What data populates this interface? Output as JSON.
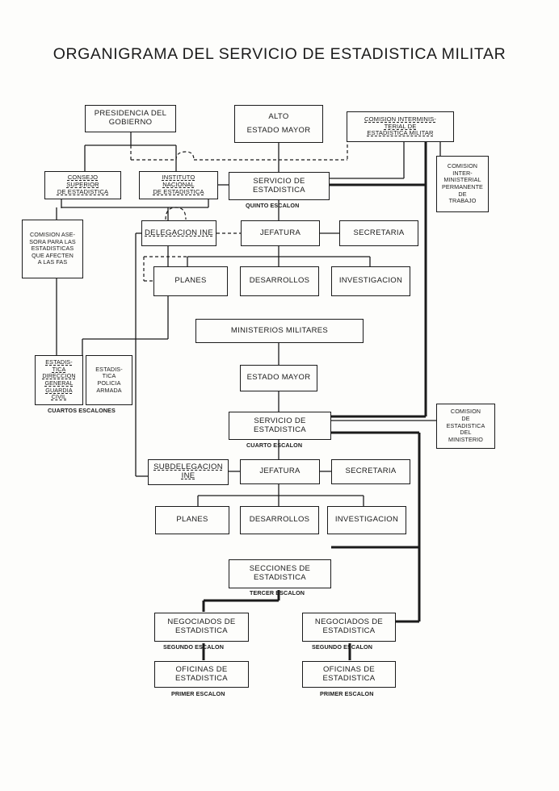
{
  "title": "ORGANIGRAMA DEL SERVICIO DE ESTADISTICA MILITAR",
  "boxes": {
    "presidencia": [
      "PRESIDENCIA DEL",
      "GOBIERNO"
    ],
    "alto_estado_mayor": [
      "ALTO",
      "ESTADO MAYOR"
    ],
    "comision_interministerial": [
      "COMISION INTERMINIS-",
      "TERIAL DE",
      "ESTADISTICA MILITAR"
    ],
    "comision_permanente": [
      "COMISION",
      "INTER-",
      "MINISTERIAL",
      "PERMANENTE",
      "DE",
      "TRABAJO"
    ],
    "consejo_superior": [
      "CONSEJO",
      "SUPERIOR",
      "DE ESTADISTICA"
    ],
    "ine": [
      "INSTITUTO",
      "NACIONAL",
      "DE ESTADISTICA"
    ],
    "servicio_quinto": [
      "SERVICIO DE",
      "ESTADISTICA"
    ],
    "comision_asesora": [
      "COMISION ASE-",
      "SORA PARA LAS",
      "ESTADISTICAS",
      "QUE AFECTEN",
      "A LAS FAS"
    ],
    "delegacion_ine": [
      "DELEGACION INE"
    ],
    "jefatura_1": [
      "JEFATURA"
    ],
    "secretaria_1": [
      "SECRETARIA"
    ],
    "planes_1": [
      "PLANES"
    ],
    "desarrollos_1": [
      "DESARROLLOS"
    ],
    "investigacion_1": [
      "INVESTIGACION"
    ],
    "ministerios_militares": [
      "MINISTERIOS MILITARES"
    ],
    "estado_mayor": [
      "ESTADO MAYOR"
    ],
    "guardia_civil": [
      "ESTADIS-",
      "TICA",
      "DIRECCION",
      "GENERAL",
      "GUARDIA",
      "CIVIL"
    ],
    "policia_armada": [
      "ESTADIS-",
      "TICA",
      "POLICIA",
      "ARMADA"
    ],
    "servicio_cuarto": [
      "SERVICIO DE",
      "ESTADISTICA"
    ],
    "comision_ministerio": [
      "COMISION",
      "DE",
      "ESTADISTICA",
      "DEL",
      "MINISTERIO"
    ],
    "subdelegacion_ine": [
      "SUBDELEGACION",
      "INE"
    ],
    "jefatura_2": [
      "JEFATURA"
    ],
    "secretaria_2": [
      "SECRETARIA"
    ],
    "planes_2": [
      "PLANES"
    ],
    "desarrollos_2": [
      "DESARROLLOS"
    ],
    "investigacion_2": [
      "INVESTIGACION"
    ],
    "secciones": [
      "SECCIONES DE",
      "ESTADISTICA"
    ],
    "negociados_izq": [
      "NEGOCIADOS DE",
      "ESTADISTICA"
    ],
    "negociados_der": [
      "NEGOCIADOS DE",
      "ESTADISTICA"
    ],
    "oficinas_izq": [
      "OFICINAS DE",
      "ESTADISTICA"
    ],
    "oficinas_der": [
      "OFICINAS DE",
      "ESTADISTICA"
    ]
  },
  "labels": {
    "quinto_escalon": "QUINTO ESCALON",
    "cuartos_escalones": "CUARTOS ESCALONES",
    "cuarto_escalon": "CUARTO ESCALON",
    "tercer_escalon": "TERCER ESCALON",
    "segundo_escalon_izq": "SEGUNDO ESCALON",
    "segundo_escalon_der": "SEGUNDO ESCALON",
    "primer_escalon_izq": "PRIMER ESCALON",
    "primer_escalon_der": "PRIMER ESCALON"
  }
}
